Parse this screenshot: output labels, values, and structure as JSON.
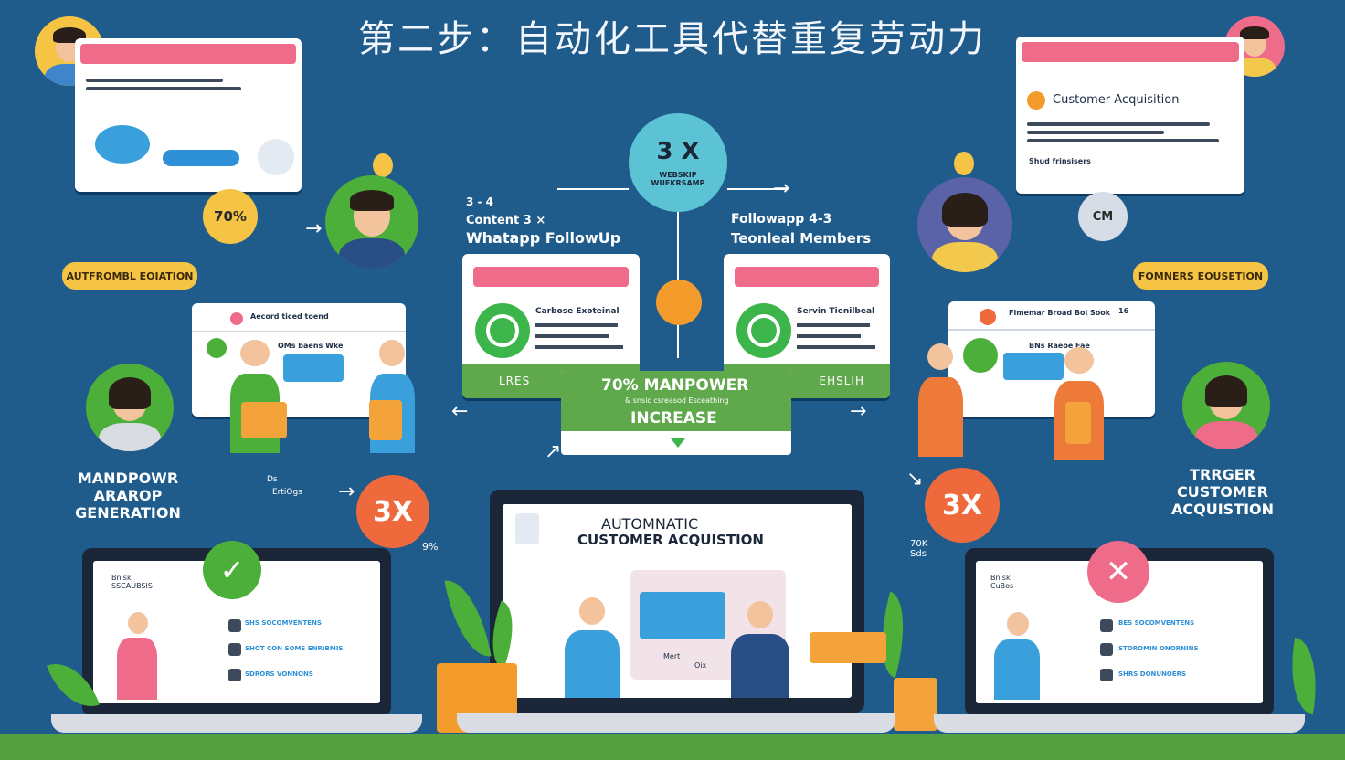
{
  "title": "第二步：自动化工具代替重复劳动力",
  "center_top": {
    "value": "3 X",
    "sub": "WEBSKIP\nWUEKRSAMP"
  },
  "left_caption": {
    "line1": "3 - 4",
    "line2": "Content    3 ×",
    "line3": "Whatapp  FollowUp"
  },
  "right_caption": {
    "line1": "Followapp   4-3",
    "line2": "Teonleal  Members"
  },
  "badge_70": "70%",
  "badge_cm": "CM",
  "pill_left": "AUTFROMBL EOIATION",
  "pill_right": "FOMNERS EOUSETION",
  "right_top_card": {
    "title": "Customer Acquisition",
    "line1": "Shud frinsisers"
  },
  "wa_left": {
    "title": "Carbose Exoteinal",
    "footer": "LRES"
  },
  "wa_right": {
    "title": "Servin Tienilbeal",
    "footer": "EHSLIH"
  },
  "mid_left_card": {
    "title": "Aecord ticed toend",
    "bubble": "OMs baens Wke"
  },
  "mid_right_card": {
    "title": "Fimemar Broad Bol Sook",
    "num": "16",
    "bubble": "BNs Raeoe Fae"
  },
  "manpower": {
    "line1": "70%  MANPOWER",
    "line2": "& snsic csreasod Esceathing",
    "line3": "INCREASE"
  },
  "label_left": "MANDPOWR\nARAROP\nGENERATION",
  "label_right": "TRRGER\nCUSTOMER\nACQUISTION",
  "badge_3x_left": "3X",
  "badge_3x_right": "3X",
  "small_left": {
    "a": "Ds",
    "b": "ErtiOgs"
  },
  "small_mid_left": "9%",
  "small_mid_right": "70K\nSds",
  "center_laptop": {
    "line1": "AUTOMNATIC",
    "line2": "CUSTOMER ACQUISTION",
    "small": "Oix",
    "small2": "Mert"
  },
  "left_laptop": {
    "header": "Bnisk\nSSCAUBSIS",
    "rows": [
      "SHS SOCOMVENTENS",
      "SHOT CON SOMS ENRIBMIS",
      "SDRORS VONNONS"
    ]
  },
  "right_laptop": {
    "header": "Bnisk\nCuBos",
    "rows": [
      "BES SOCOMVENTENS",
      "STOROMIN ONORNINS",
      "SHRS DONUNOERS"
    ]
  },
  "colors": {
    "background": "#1f5c8c",
    "pink": "#ee6b8a",
    "yellow": "#f6c445",
    "orange": "#ee6a3d",
    "green": "#5fa84c",
    "teal": "#5bc3d3"
  }
}
